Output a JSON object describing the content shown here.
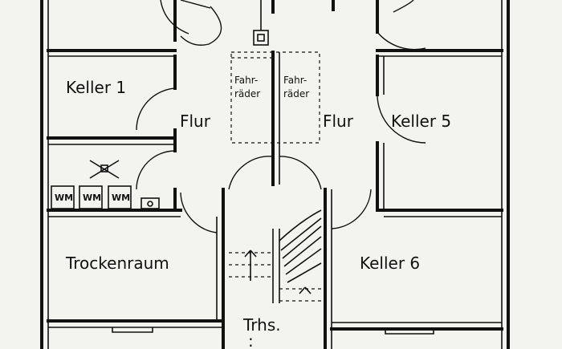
{
  "rooms": {
    "keller1": "Keller 1",
    "keller5": "Keller 5",
    "keller6": "Keller 6",
    "trockenraum": "Trockenraum",
    "flur_left": "Flur",
    "flur_right": "Flur",
    "treppenhaus": "Trhs."
  },
  "bike_storage": {
    "left": [
      "Fahr-",
      "räder"
    ],
    "right": [
      "Fahr-",
      "räder"
    ]
  },
  "laundry": {
    "machines": [
      "WM",
      "WM",
      "WM"
    ]
  }
}
